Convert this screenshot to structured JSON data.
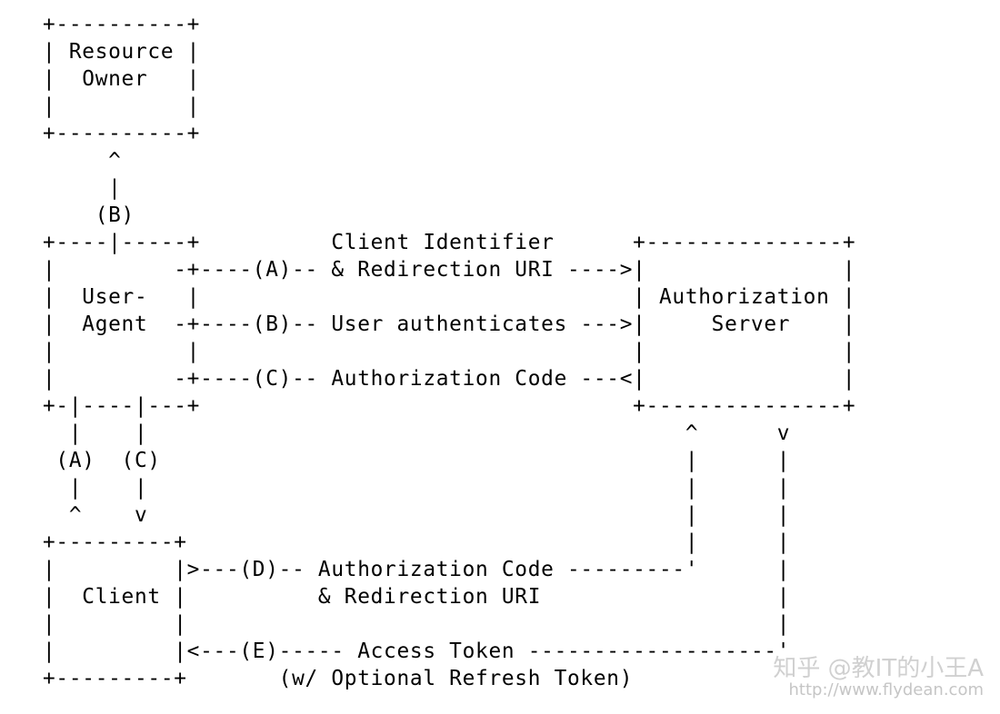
{
  "diagram": {
    "lines": [
      "+----------+",
      "| Resource |",
      "|  Owner   |",
      "|          |",
      "+----------+",
      "     ^",
      "     |",
      "    (B)",
      "+----|-----+          Client Identifier      +---------------+",
      "|         -+----(A)-- & Redirection URI ---->|               |",
      "|  User-   |                                 | Authorization |",
      "|  Agent  -+----(B)-- User authenticates --->|     Server    |",
      "|          |                                 |               |",
      "|         -+----(C)-- Authorization Code ---<|               |",
      "+-|----|---+                                 +---------------+",
      "  |    |                                         ^      v",
      " (A)  (C)                                        |      |",
      "  |    |                                         |      |",
      "  ^    v                                         |      |",
      "+---------+                                      |      |",
      "|         |>---(D)-- Authorization Code ---------'      |",
      "|  Client |          & Redirection URI                  |",
      "|         |                                             |",
      "|         |<---(E)----- Access Token -------------------'",
      "+---------+       (w/ Optional Refresh Token)"
    ]
  },
  "watermark": {
    "main": "知乎 @教IT的小王A",
    "url": "http://www.flydean.com"
  }
}
